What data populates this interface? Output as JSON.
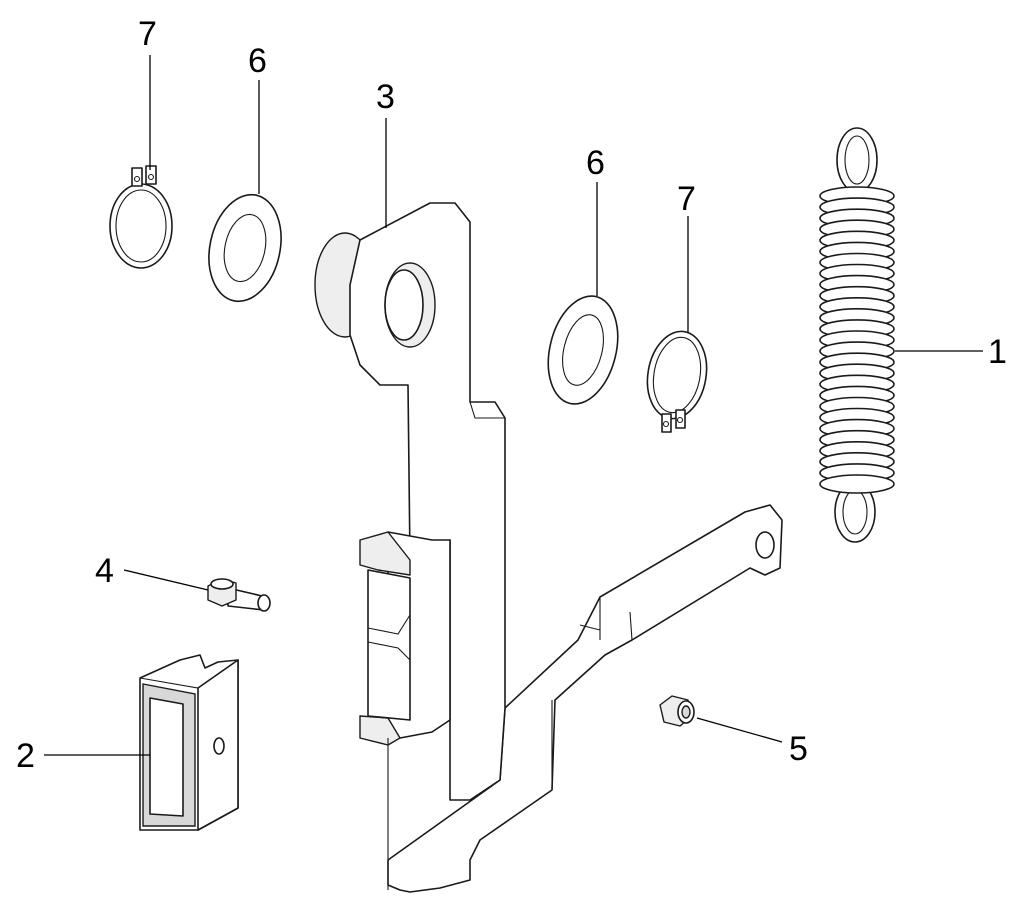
{
  "callouts": {
    "spring": "1",
    "insert": "2",
    "lever": "3",
    "pin": "4",
    "nut": "5",
    "washer_left": "6",
    "washer_right": "6",
    "ring_left": "7",
    "ring_right": "7"
  }
}
